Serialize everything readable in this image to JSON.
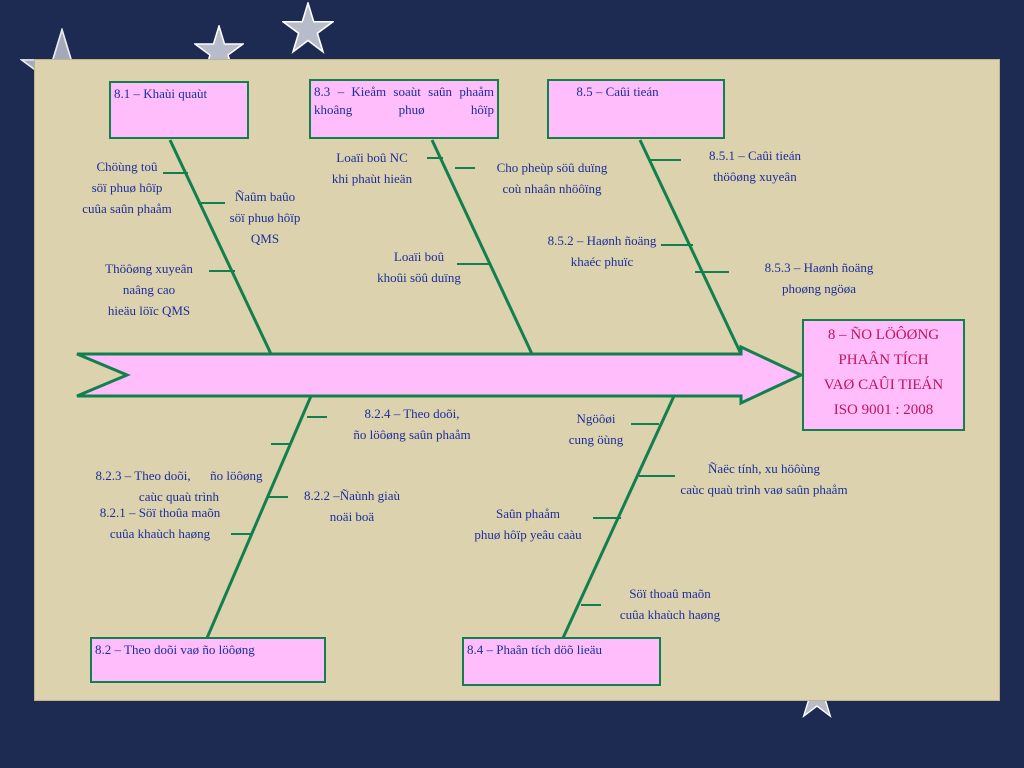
{
  "colors": {
    "background": "#1d2a52",
    "panel": "#dcd2ae",
    "box_fill": "#ffbdfb",
    "line": "#127f4f",
    "text": "#1b2f9c",
    "effect_text": "#c0155a"
  },
  "effect": {
    "lines": [
      "8 – ÑO LÖÔØNG",
      "PHAÂN TÍCH",
      "VAØ CAÛI TIEÁN",
      "ISO 9001 : 2008"
    ]
  },
  "categories": {
    "c81": "8.1 – Khaùi quaùt",
    "c83": "8.3 – Kieåm soaùt saûn phaåm khoâng phuø hôïp",
    "c85": "8.5 – Caûi tieán",
    "c82": "8.2 – Theo doõi vaø ño löôøng",
    "c84": "8.4 – Phaân tích döõ lieäu"
  },
  "causes": {
    "a1": [
      "Chöùng toû",
      "söï phuø hôïp",
      "cuûa saûn phaåm"
    ],
    "a2": [
      "Ñaûm baûo",
      "söï phuø hôïp",
      "QMS"
    ],
    "a3": [
      "Thöôøng xuyeân",
      "naâng cao",
      "hieäu löïc QMS"
    ],
    "b1": [
      "Loaïi boû NC",
      "khi phaùt hieän"
    ],
    "b2": [
      "Cho pheùp söû duïng",
      "coù nhaân nhöôïng"
    ],
    "b3": [
      "Loaïi boû",
      "khoûi söû duïng"
    ],
    "d1": [
      "8.5.1 – Caûi tieán",
      "thöôøng xuyeân"
    ],
    "d2": [
      "8.5.2 – Haønh ñoäng",
      "khaéc phuïc"
    ],
    "d3": [
      "8.5.3 – Haønh ñoäng",
      "phoøng ngöøa"
    ],
    "e1": [
      "8.2.4 – Theo doõi,",
      "ño löôøng saûn phaåm"
    ],
    "e2": [
      "8.2.3 – Theo doõi,      ño löôøng",
      "caùc quaù trình"
    ],
    "e3": [
      "8.2.2 –Ñaùnh giaù",
      "noäi boä"
    ],
    "e4": [
      "8.2.1 – Söï thoûa maõn",
      "cuûa khaùch haøng"
    ],
    "f1": [
      "Ngöôøi",
      "cung öùng"
    ],
    "f2": [
      "Ñaëc tính, xu höôùng",
      "caùc quaù trình vaø saûn phaåm"
    ],
    "f3": [
      "Saûn phaåm",
      "phuø hôïp yeâu caàu"
    ],
    "f4": [
      "Söï thoaû maõn",
      "cuûa khaùch haøng"
    ]
  }
}
